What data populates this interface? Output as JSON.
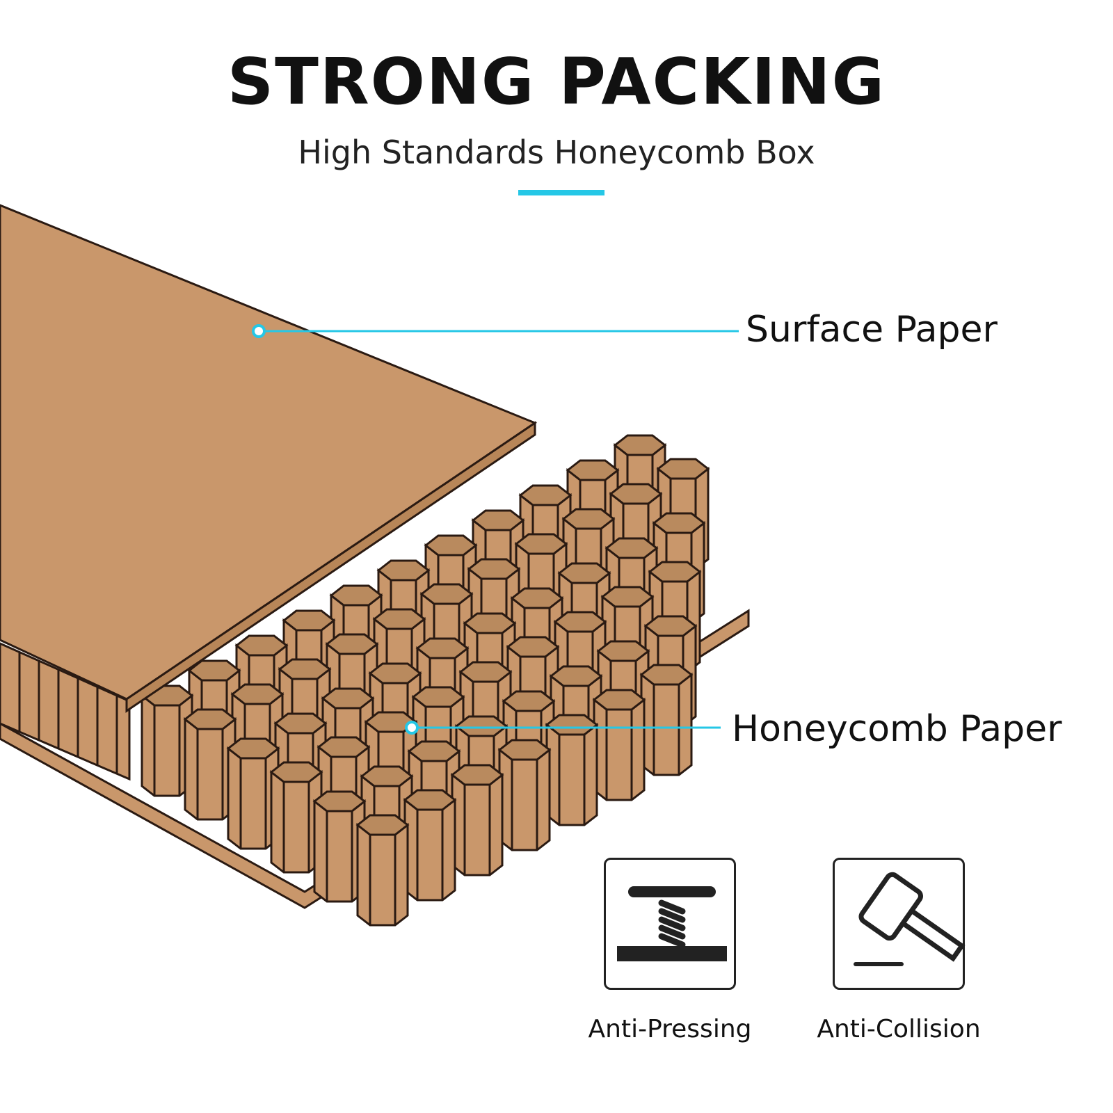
{
  "header": {
    "title": "STRONG PACKING",
    "subtitle": "High Standards Honeycomb Box"
  },
  "callouts": [
    {
      "label": "Surface Paper"
    },
    {
      "label": "Honeycomb Paper"
    }
  ],
  "features": [
    {
      "label": "Anti-Pressing",
      "icon": "press-spring-icon"
    },
    {
      "label": "Anti-Collision",
      "icon": "hammer-icon"
    }
  ],
  "colors": {
    "accent": "#25c7e6",
    "cardboard": "#c9976b",
    "outline": "#2a1a12"
  }
}
